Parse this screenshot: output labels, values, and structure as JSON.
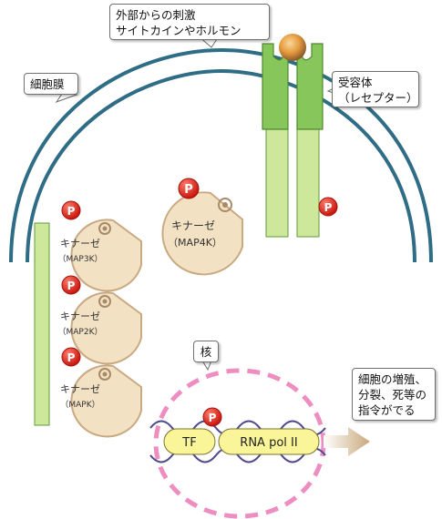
{
  "labels": {
    "stimulus": "外部からの刺激\nサイトカインやホルモン",
    "membrane": "細胞膜",
    "receptor": "受容体\n（レセプター）",
    "nucleus": "核",
    "outcome": "細胞の増殖、\n分裂、死等の\n指令がでる"
  },
  "kinases": {
    "top": {
      "name": "キナーゼ",
      "sub": "（MAP4K）"
    },
    "map3k": {
      "name": "キナーゼ",
      "sub": "（MAP3K）"
    },
    "map2k": {
      "name": "キナーゼ",
      "sub": "（MAP2K）"
    },
    "mapk": {
      "name": "キナーゼ",
      "sub": "（MAPK）"
    }
  },
  "phospho_label": "P",
  "tf_label": "TF",
  "rna_pol_label": "RNA pol II",
  "colors": {
    "membrane": "#2f6c85",
    "receptor_dark": "#86c65a",
    "receptor_light": "#cde89a",
    "kinase_fill": "#f3e1c3",
    "kinase_stroke": "#c9a982",
    "phospho_red": "#e4261c",
    "nucleus_dash": "#ee8ec0",
    "tf_fill": "#fbf59a",
    "dna": "#4f4a8c",
    "arrow": "#c9a97c"
  }
}
